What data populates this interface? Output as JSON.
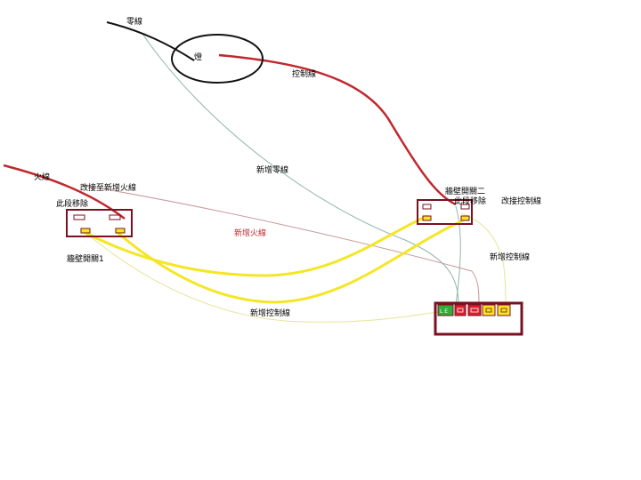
{
  "labels": {
    "neutral": "零線",
    "lamp": "燈",
    "control": "控制線",
    "new_neutral": "新增零線",
    "live": "火線",
    "reconnect_live": "改接至新增火線",
    "remove_left": "此段移除",
    "switch_two": "牆壁開關二",
    "remove_right": "此段移除",
    "reconnect_control": "改接控制線",
    "new_live": "新增火線",
    "new_control_right": "新增控制線",
    "switch_one": "牆壁開關1",
    "new_control_bottom": "新增控制線",
    "terminal_first": "L E"
  },
  "colors": {
    "live_red": "#c0282f",
    "box_border": "#7a1020",
    "yellow": "#f5e625",
    "terminal_green": "#2fae3a",
    "terminal_red": "#d7202c",
    "neutral_thin": "#8fb5a8",
    "live_thin": "#c99a9a",
    "control_thin": "#e5e59a"
  }
}
